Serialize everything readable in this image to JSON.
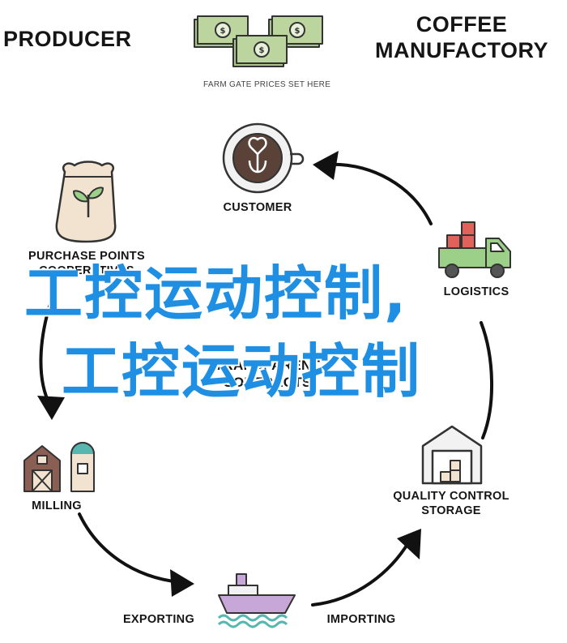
{
  "headers": {
    "producer": "PRODUCER",
    "coffee_manufactory_line1": "COFFEE",
    "coffee_manufactory_line2": "MANUFACTORY",
    "farm_gate": "FARM GATE PRICES SET HERE"
  },
  "nodes": {
    "customer": "CUSTOMER",
    "purchase_points_line1": "PURCHASE POINTS",
    "purchase_points_line2": "COOPERATIVES",
    "logistics": "LOGISTICS",
    "transparent_line1": "TRANSPARENT",
    "transparent_line2": "CONTRACTS",
    "milling": "MILLING",
    "quality_line1": "QUALITY CONTROL",
    "quality_line2": "STORAGE",
    "exporting": "EXPORTING",
    "importing": "IMPORTING"
  },
  "watermark": {
    "line1": "工控运动控制,",
    "line2": "工控运动控制"
  },
  "colors": {
    "money_green": "#a9c48a",
    "sack": "#f1e3cf",
    "cup_brown": "#5a4238",
    "truck_green": "#9ccf88",
    "box_red": "#e0625a",
    "barn_brown": "#8a5e52",
    "ship_purple": "#c7a6d8",
    "water_teal": "#58b6b0",
    "watermark_blue": "#1e8fe3"
  }
}
